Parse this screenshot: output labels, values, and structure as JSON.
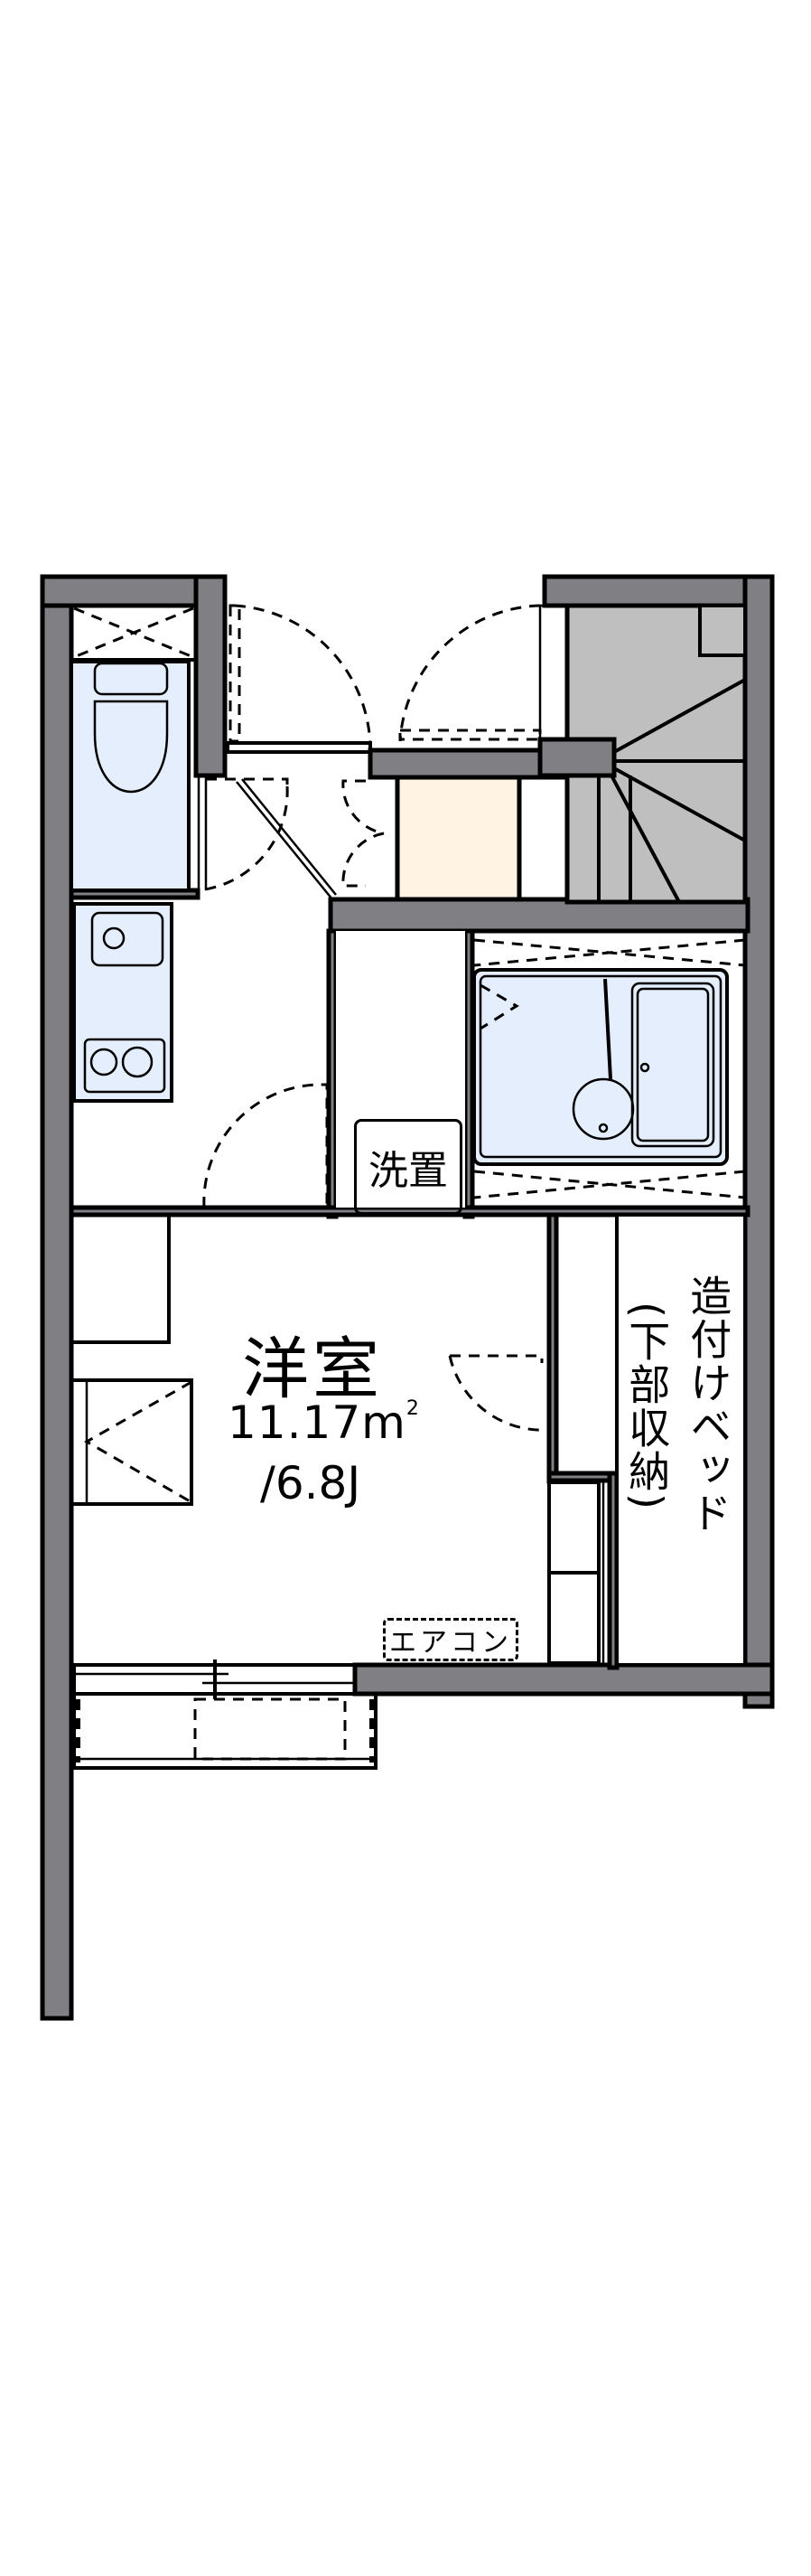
{
  "floor_plan": {
    "colors": {
      "wall": "#807f84",
      "fixture": "#e4eefc",
      "storage": "#fff4e3",
      "stairs": "#bfbfbf",
      "background": "#ffffff"
    },
    "rooms": {
      "western_room": {
        "name": "洋室",
        "area": "11.17",
        "area_unit": "m",
        "area_unit_sup": "2",
        "jo": "/6.8J"
      },
      "laundry": {
        "label": "洗置"
      },
      "built_in_bed": {
        "label": "造付けベッド",
        "sub_label": "(下部収納)"
      },
      "aircon": {
        "label": "エアコン"
      }
    },
    "icons": [
      "toilet-icon",
      "sink-icon",
      "stove-icon",
      "bathtub-icon",
      "washbasin-icon",
      "stairs-icon",
      "door-swing-icon",
      "window-icon"
    ]
  }
}
